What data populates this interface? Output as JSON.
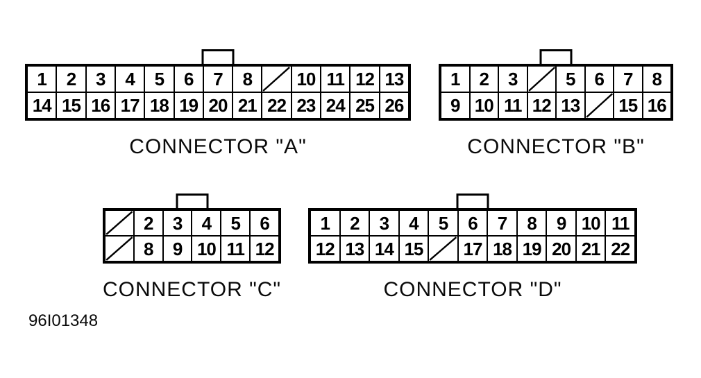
{
  "figure": {
    "code": "96I01348"
  },
  "colors": {
    "ink": "#000000",
    "paper": "#ffffff"
  },
  "connectors": [
    {
      "id": "A",
      "label": "CONNECTOR \"A\"",
      "rows": [
        [
          "1",
          "2",
          "3",
          "4",
          "5",
          "6",
          "7",
          "8",
          null,
          "10",
          "11",
          "12",
          "13"
        ],
        [
          "14",
          "15",
          "16",
          "17",
          "18",
          "19",
          "20",
          "21",
          "22",
          "23",
          "24",
          "25",
          "26"
        ]
      ]
    },
    {
      "id": "B",
      "label": "CONNECTOR \"B\"",
      "rows": [
        [
          "1",
          "2",
          "3",
          null,
          "5",
          "6",
          "7",
          "8"
        ],
        [
          "9",
          "10",
          "11",
          "12",
          "13",
          null,
          "15",
          "16"
        ]
      ]
    },
    {
      "id": "C",
      "label": "CONNECTOR \"C\"",
      "rows": [
        [
          null,
          "2",
          "3",
          "4",
          "5",
          "6"
        ],
        [
          null,
          "8",
          "9",
          "10",
          "11",
          "12"
        ]
      ]
    },
    {
      "id": "D",
      "label": "CONNECTOR \"D\"",
      "rows": [
        [
          "1",
          "2",
          "3",
          "4",
          "5",
          "6",
          "7",
          "8",
          "9",
          "10",
          "11"
        ],
        [
          "12",
          "13",
          "14",
          "15",
          null,
          "17",
          "18",
          "19",
          "20",
          "21",
          "22"
        ]
      ]
    }
  ]
}
